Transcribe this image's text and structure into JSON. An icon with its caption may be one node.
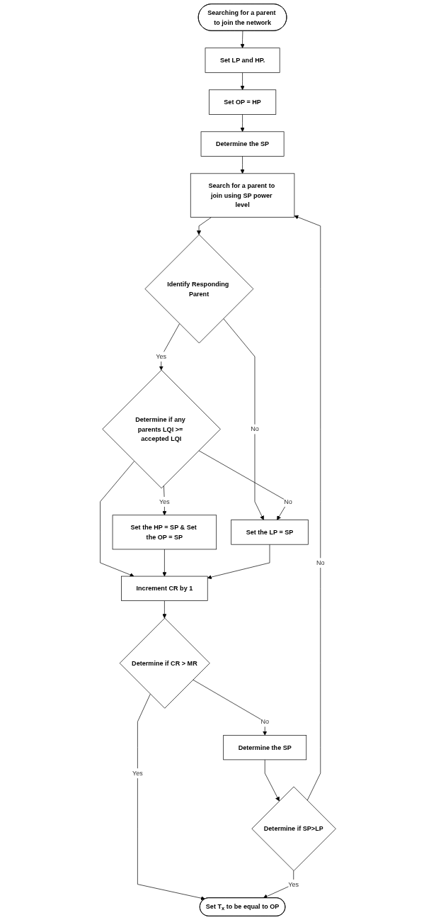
{
  "diagram": {
    "nodes": [
      {
        "text": [
          "Searching for a parent to join the network"
        ]
      },
      {
        "text": [
          "Set LP and HP."
        ]
      },
      {
        "text": [
          "Set OP = HP"
        ]
      },
      {
        "text": [
          "Determine the SP"
        ]
      },
      {
        "text": [
          "Search for a parent to join using SP power level"
        ]
      },
      {
        "text": [
          "Identify Responding Parent"
        ]
      },
      {
        "text": [
          "Determine if any parents LQI >= accepted LQI"
        ]
      },
      {
        "text": [
          "Set the HP = SP & Set the OP = SP"
        ]
      },
      {
        "text": [
          "Set the LP = SP"
        ]
      },
      {
        "text": [
          "Increment CR by 1"
        ]
      },
      {
        "text": [
          "Determine if CR > MR"
        ]
      },
      {
        "text": [
          "Determine the SP"
        ]
      },
      {
        "text": [
          "Determine if SP>LP"
        ]
      },
      {
        "text": [
          "Set T$_{x}$ to be equal to OP"
        ]
      }
    ],
    "edges": [
      {
        "from": 0,
        "to": 1,
        "arrow": "to"
      },
      {
        "from": 1,
        "to": 2,
        "arrow": "to"
      },
      {
        "from": 2,
        "to": 3,
        "arrow": "to"
      },
      {
        "from": 3,
        "to": 4,
        "arrow": "to"
      },
      {
        "from": 4,
        "to": 5,
        "arrow": "to"
      },
      {
        "from": 5,
        "to": 6,
        "label": "Yes",
        "arrow": "to"
      },
      {
        "from": 5,
        "to": 8,
        "label": "No",
        "arrow": "to"
      },
      {
        "from": 6,
        "to": 7,
        "label": "Yes",
        "arrow": "to"
      },
      {
        "from": 6,
        "to": 8,
        "label": "No",
        "arrow": "to"
      },
      {
        "from": 6,
        "to": 9,
        "arrow": "to"
      },
      {
        "from": 7,
        "to": 9,
        "arrow": "to"
      },
      {
        "from": 8,
        "to": 9,
        "arrow": "to"
      },
      {
        "from": 9,
        "to": 10,
        "arrow": "to"
      },
      {
        "from": 10,
        "to": 11,
        "label": "No",
        "arrow": "to"
      },
      {
        "from": 10,
        "to": 13,
        "label": "Yes",
        "arrow": "to"
      },
      {
        "from": 11,
        "to": 12,
        "arrow": "to"
      },
      {
        "from": 12,
        "to": 13,
        "label": "Yes",
        "arrow": "to"
      },
      {
        "from": 12,
        "to": 4,
        "label": "No",
        "arrow": "to"
      }
    ]
  }
}
